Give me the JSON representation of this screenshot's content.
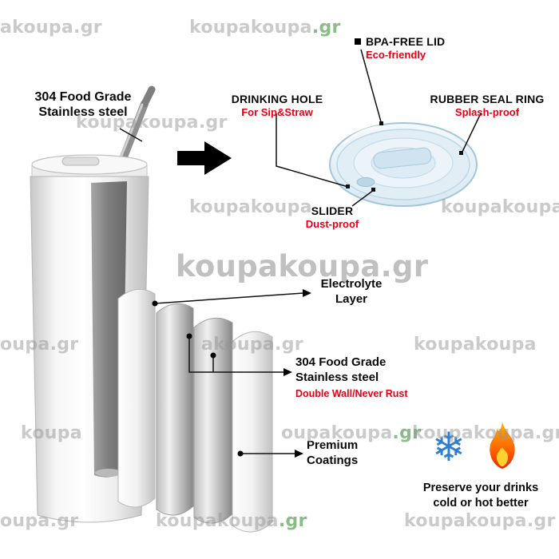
{
  "watermarks": [
    {
      "text": "akoupa.gr"
    },
    {
      "text": "koupakoupa",
      "suffix": ".gr"
    },
    {
      "text": "koupakoupa.gr"
    },
    {
      "text": "koupakoupa"
    },
    {
      "text": "koupakoupa"
    },
    {
      "text": "koupakoupa.gr"
    },
    {
      "text": "oupa.gr"
    },
    {
      "text": "akoupa.gr"
    },
    {
      "text": "koupakoupa"
    },
    {
      "text": "koupa"
    },
    {
      "text": "oupakoupa",
      "suffix": ".gr"
    },
    {
      "text": "koupakoupa.gr"
    },
    {
      "text": "oupa.gr"
    },
    {
      "text": "koupakoupa",
      "suffix": ".gr"
    },
    {
      "text": "koupakoupa.gr"
    }
  ],
  "callouts": {
    "tumbler_material": {
      "line1": "304 Food Grade",
      "line2": "Stainless steel"
    },
    "bpa_free_lid": {
      "title": "BPA-FREE LID",
      "subtitle": "Eco-friendly"
    },
    "drinking_hole": {
      "title": "DRINKING HOLE",
      "subtitle": "For Sip&Straw"
    },
    "rubber_seal_ring": {
      "title": "RUBBER SEAL RING",
      "subtitle": "Splash-proof"
    },
    "slider": {
      "title": "SLIDER",
      "subtitle": "Dust-proof"
    },
    "electrolyte_layer": {
      "line1": "Electrolyte",
      "line2": "Layer"
    },
    "steel_wall": {
      "line1": "304 Food Grade",
      "line2": "Stainless steel",
      "subtitle": "Double Wall/Never Rust"
    },
    "premium_coatings": {
      "line1": "Premium",
      "line2": "Coatings"
    }
  },
  "footer": {
    "line1": "Preserve your drinks",
    "line2": "cold or hot better"
  },
  "icons": {
    "snowflake": "❄"
  },
  "colors": {
    "accent_red": "#e60012",
    "snowflake_blue": "#2f7fd1",
    "flame_orange": "#ff6a00",
    "watermark_gray": "#969696",
    "watermark_green": "#5ca25c"
  }
}
